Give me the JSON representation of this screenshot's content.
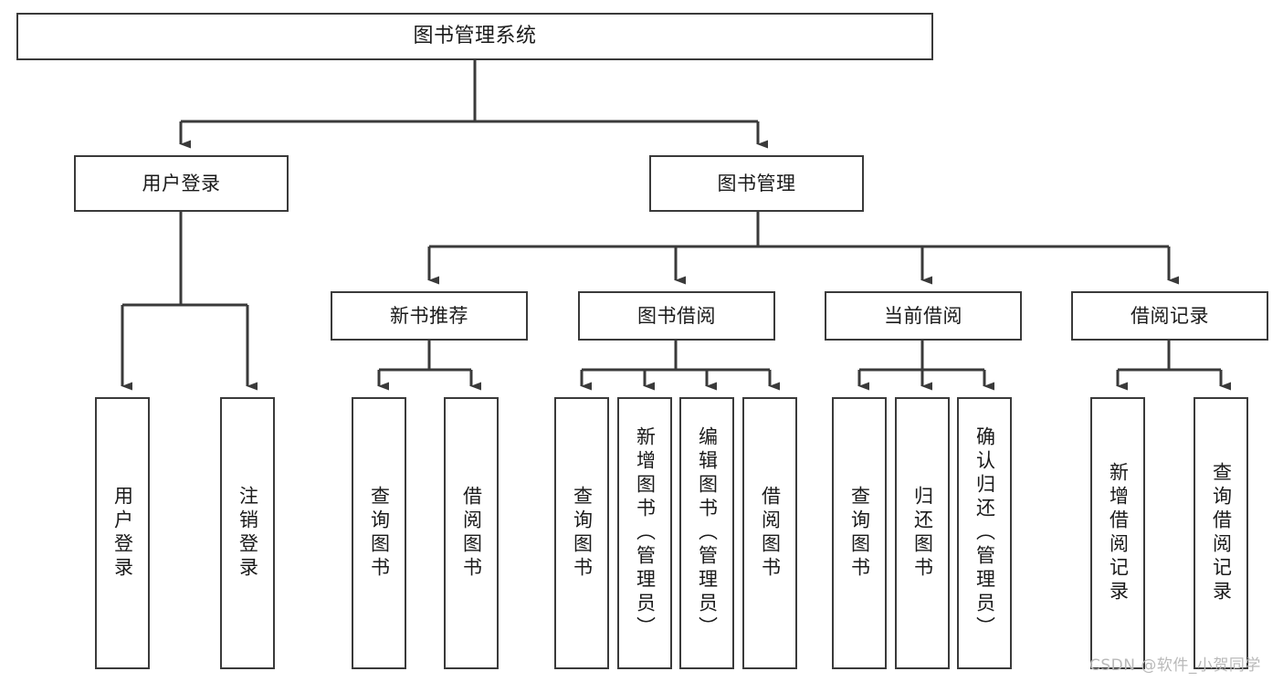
{
  "diagram": {
    "title": "图书管理系统",
    "type": "tree-hierarchy-chart",
    "watermark": "CSDN @软件_小贺同学",
    "colors": {
      "box_border": "#3a3a3a",
      "box_fill": "#ffffff",
      "connector": "#3a3a3a",
      "text": "#1a1a1a",
      "watermark": "#b9b9b9",
      "background": "#ffffff"
    },
    "nodes": {
      "root": {
        "label": "图书管理系统"
      },
      "level2": [
        {
          "id": "user-login",
          "label": "用户登录"
        },
        {
          "id": "book-manage",
          "label": "图书管理"
        }
      ],
      "level3": [
        {
          "id": "new-book-recommend",
          "label": "新书推荐"
        },
        {
          "id": "book-borrow",
          "label": "图书借阅"
        },
        {
          "id": "current-borrow",
          "label": "当前借阅"
        },
        {
          "id": "borrow-record",
          "label": "借阅记录"
        }
      ],
      "leaves": {
        "user-login": [
          {
            "id": "leaf-user-login",
            "label": "用户登录"
          },
          {
            "id": "leaf-logout-login",
            "label": "注销登录"
          }
        ],
        "new-book-recommend": [
          {
            "id": "leaf-query-book-1",
            "label": "查询图书"
          },
          {
            "id": "leaf-borrow-book-1",
            "label": "借阅图书"
          }
        ],
        "book-borrow": [
          {
            "id": "leaf-query-book-2",
            "label": "查询图书"
          },
          {
            "id": "leaf-add-book",
            "label": "新增图书（管理员）"
          },
          {
            "id": "leaf-edit-book",
            "label": "编辑图书（管理员）"
          },
          {
            "id": "leaf-borrow-book-2",
            "label": "借阅图书"
          }
        ],
        "current-borrow": [
          {
            "id": "leaf-query-book-3",
            "label": "查询图书"
          },
          {
            "id": "leaf-return-book",
            "label": "归还图书"
          },
          {
            "id": "leaf-confirm-return",
            "label": "确认归还（管理员）"
          }
        ],
        "borrow-record": [
          {
            "id": "leaf-add-record",
            "label": "新增借阅记录"
          },
          {
            "id": "leaf-query-record",
            "label": "查询借阅记录"
          }
        ]
      }
    }
  }
}
